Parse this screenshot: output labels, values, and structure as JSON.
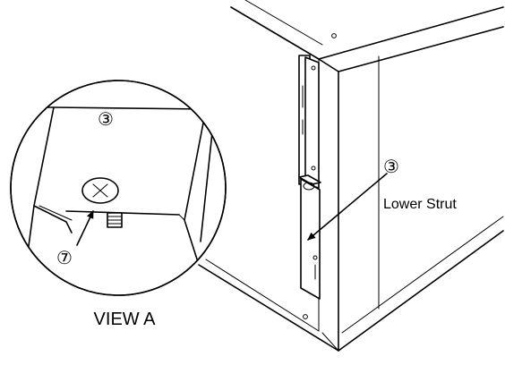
{
  "callouts": {
    "detail_part_number": "③",
    "detail_screw_number": "⑦",
    "main_part_number": "③",
    "main_part_label": "Lower Strut"
  },
  "view_label": "VIEW A",
  "icons": [
    "detail-circle",
    "leader-arrow"
  ]
}
